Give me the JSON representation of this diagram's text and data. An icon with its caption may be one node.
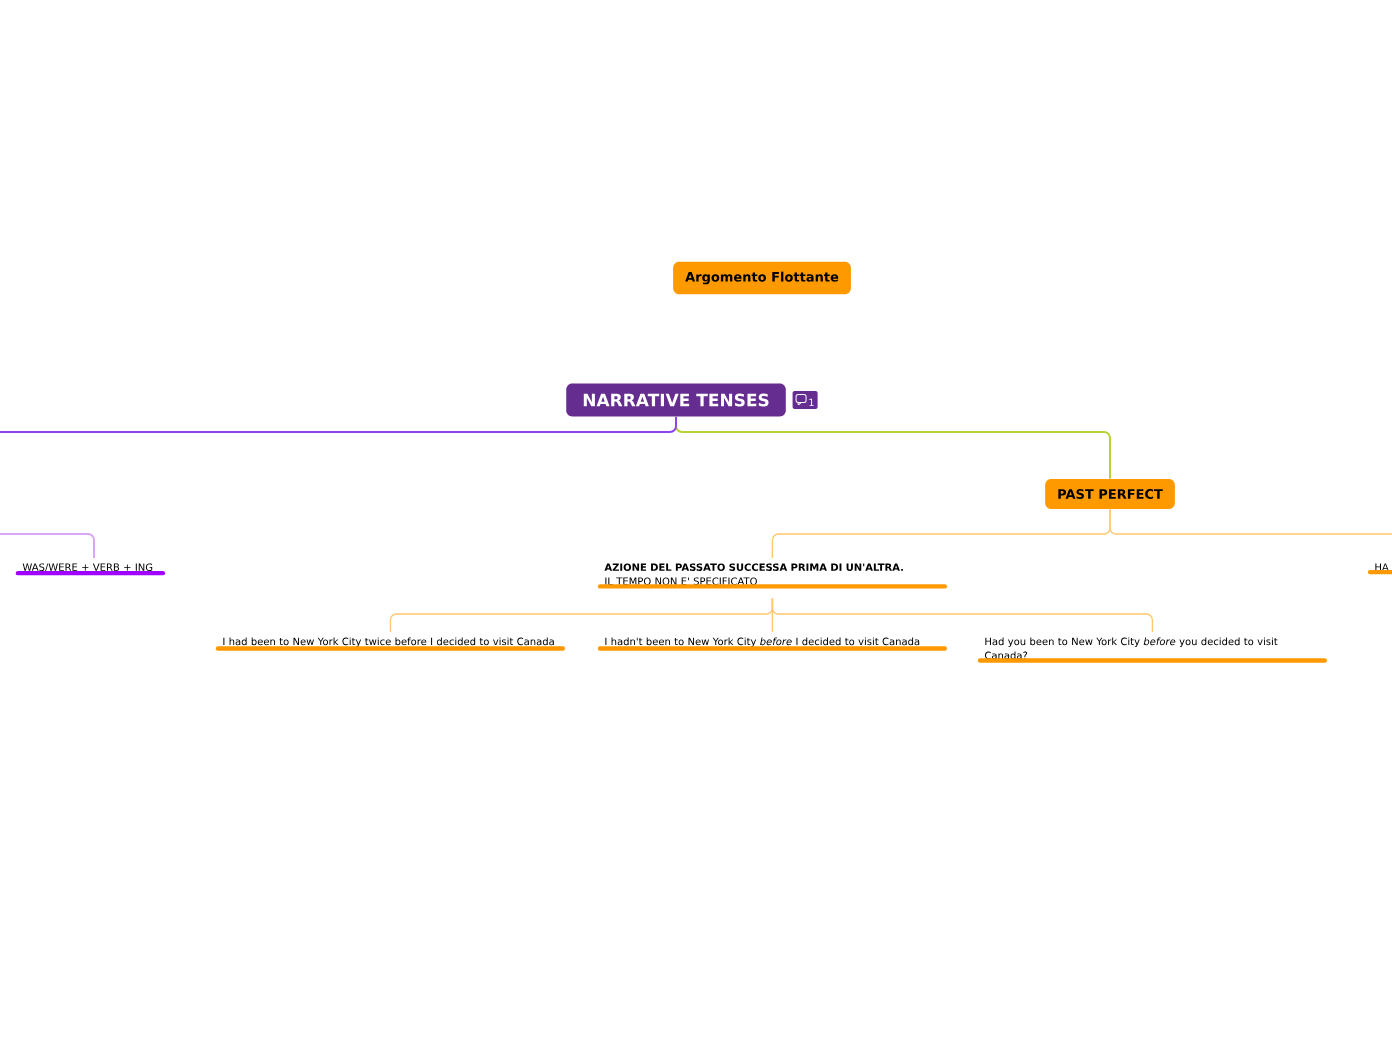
{
  "diagram": {
    "nodes": [
      {
        "text": [
          "Argomento Flottante"
        ]
      },
      {
        "text": [
          "NARRATIVE TENSES"
        ],
        "beside": [
          "1"
        ]
      },
      {
        "text": [
          "WAS/WERE + VERB + ING"
        ]
      },
      {
        "text": [
          "PAST PERFECT"
        ]
      },
      {
        "text": [
          "AZIONE DEL PASSATO SUCCESSA PRIMA DI UN'ALTRA.",
          "IL TEMPO NON E' SPECIFICATO"
        ]
      },
      {
        "text": [
          "HA"
        ]
      },
      {
        "text": [
          "I had been to New York City twice before I decided to visit Canada"
        ]
      },
      {
        "text": [
          "I hadn't been to New York City *before* I decided to visit Canada"
        ]
      },
      {
        "text": [
          "Had you been to New York City *before* you decided to visit Canada?"
        ]
      }
    ],
    "edges": [
      {
        "from": 1,
        "to": 3,
        "arrow": "none",
        "color": "#b5d334"
      },
      {
        "from": 1,
        "to": null,
        "arrow": "none",
        "color": "#8e44ec"
      },
      {
        "from": null,
        "to": 2,
        "arrow": "none",
        "color": "#d9a6f5"
      },
      {
        "from": 3,
        "to": 4,
        "arrow": "none"
      },
      {
        "from": 3,
        "to": null,
        "arrow": "none"
      },
      {
        "from": 4,
        "to": 6,
        "arrow": "none"
      },
      {
        "from": 4,
        "to": 7,
        "arrow": "none"
      },
      {
        "from": 4,
        "to": 8,
        "arrow": "none"
      }
    ]
  }
}
